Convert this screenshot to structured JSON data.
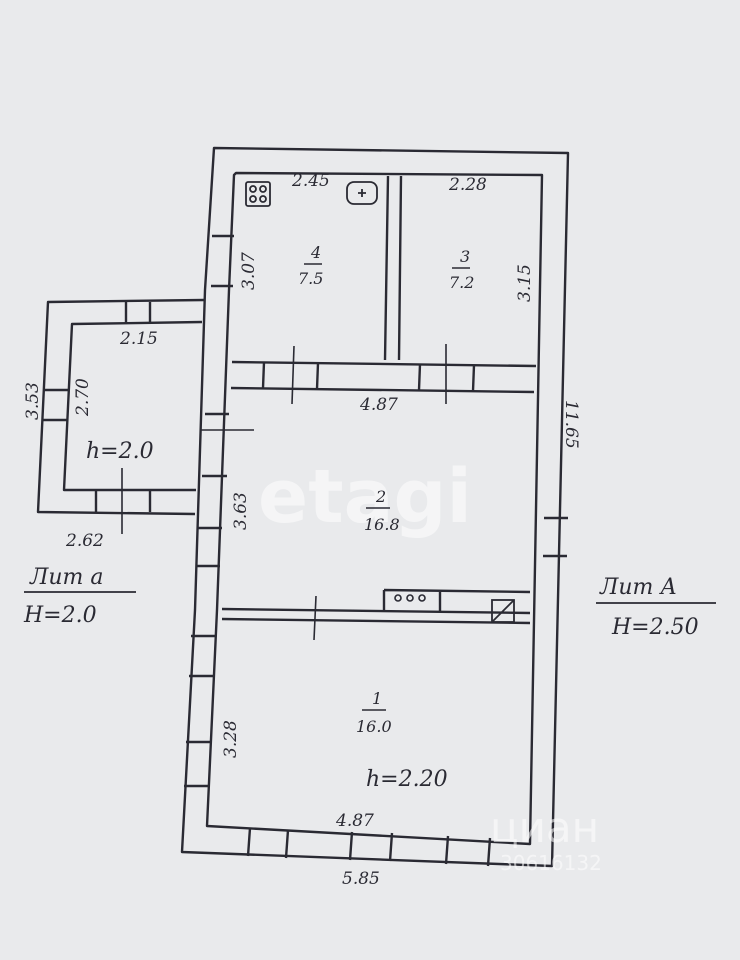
{
  "plan": {
    "main_block": {
      "title": "Лит А",
      "height_label": "Н=2.50",
      "overall_length": "11.65",
      "outer_width": "5.85",
      "inner_width_bottom": "4.87"
    },
    "annex_block": {
      "title": "Лит а",
      "height_label": "Н=2.0",
      "outer_width": "2.62",
      "outer_length": "3.53",
      "inner_width": "2.15",
      "inner_length": "2.70",
      "ceiling": "h=2.0"
    },
    "rooms": [
      {
        "number": "1",
        "area": "16.0",
        "side": "3.28",
        "ceiling": "h=2.20"
      },
      {
        "number": "2",
        "area": "16.8",
        "side": "3.63",
        "width": "4.87"
      },
      {
        "number": "3",
        "area": "7.2",
        "width": "2.28",
        "side": "3.15"
      },
      {
        "number": "4",
        "area": "7.5",
        "width": "2.45",
        "side": "3.07"
      }
    ],
    "watermarks": [
      "etagi",
      "циан",
      "30616132"
    ]
  },
  "colors": {
    "paper": "#e9eaec",
    "ink": "#2a2a33"
  },
  "icons": [
    "stove-icon",
    "sink-icon",
    "boiler-icon"
  ]
}
